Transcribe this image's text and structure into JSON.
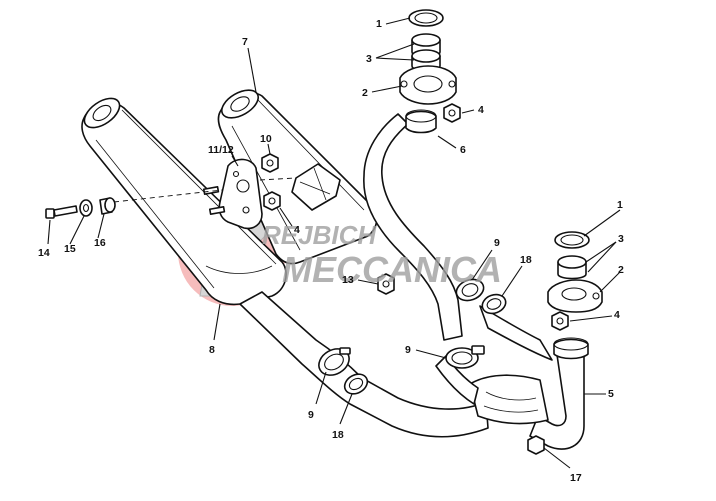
{
  "diagram": {
    "callouts": [
      {
        "id": "c1a",
        "text": "1"
      },
      {
        "id": "c3a",
        "text": "3"
      },
      {
        "id": "c2a",
        "text": "2"
      },
      {
        "id": "c4a",
        "text": "4"
      },
      {
        "id": "c6",
        "text": "6"
      },
      {
        "id": "c7",
        "text": "7"
      },
      {
        "id": "c10",
        "text": "10"
      },
      {
        "id": "c1112",
        "text": "11/12"
      },
      {
        "id": "c4b",
        "text": "4"
      },
      {
        "id": "c14",
        "text": "14"
      },
      {
        "id": "c15",
        "text": "15"
      },
      {
        "id": "c16",
        "text": "16"
      },
      {
        "id": "c9a",
        "text": "9"
      },
      {
        "id": "c18a",
        "text": "18"
      },
      {
        "id": "c13",
        "text": "13"
      },
      {
        "id": "c1b",
        "text": "1"
      },
      {
        "id": "c3b",
        "text": "3"
      },
      {
        "id": "c2b",
        "text": "2"
      },
      {
        "id": "c4c",
        "text": "4"
      },
      {
        "id": "c8",
        "text": "8"
      },
      {
        "id": "c9b",
        "text": "9"
      },
      {
        "id": "c5",
        "text": "5"
      },
      {
        "id": "c9c",
        "text": "9"
      },
      {
        "id": "c18b",
        "text": "18"
      },
      {
        "id": "c17",
        "text": "17"
      }
    ]
  },
  "watermark": {
    "line1": "REJBICH",
    "line2": "MECCANICA",
    "color_circle": "#f0a0a0",
    "color_text": "#9a9a9a",
    "color_accent": "#d94040"
  }
}
